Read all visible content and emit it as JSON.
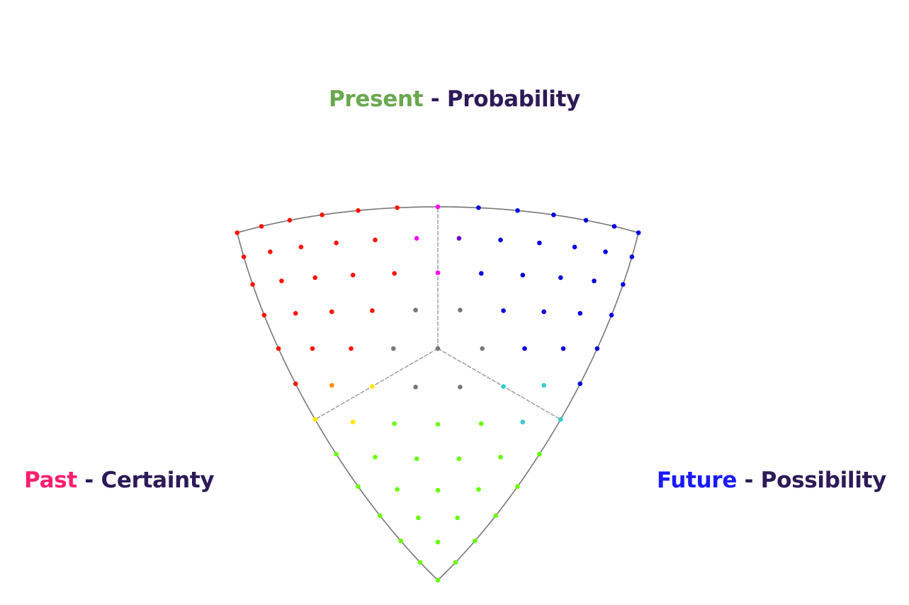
{
  "labels": {
    "top": {
      "key": "Present",
      "sep": " - ",
      "desc": "Probability",
      "color": "#6aa84f"
    },
    "left": {
      "key": "Past",
      "sep": " - ",
      "desc": "Certainty",
      "color": "#ff1f6e"
    },
    "right": {
      "key": "Future",
      "sep": " - ",
      "desc": "Possibility",
      "color": "#1a1aff"
    }
  },
  "palette": {
    "present": "#66ff00",
    "past": "#ff1100",
    "future": "#0000e0",
    "present_past": "#ffe600",
    "past_present": "#ff8c00",
    "present_future": "#33cccc",
    "past_future": "#ff00ff",
    "future_past": "#6a00cc",
    "center": "#777777",
    "outline": "#777777"
  },
  "grid_subdivisions": 12
}
